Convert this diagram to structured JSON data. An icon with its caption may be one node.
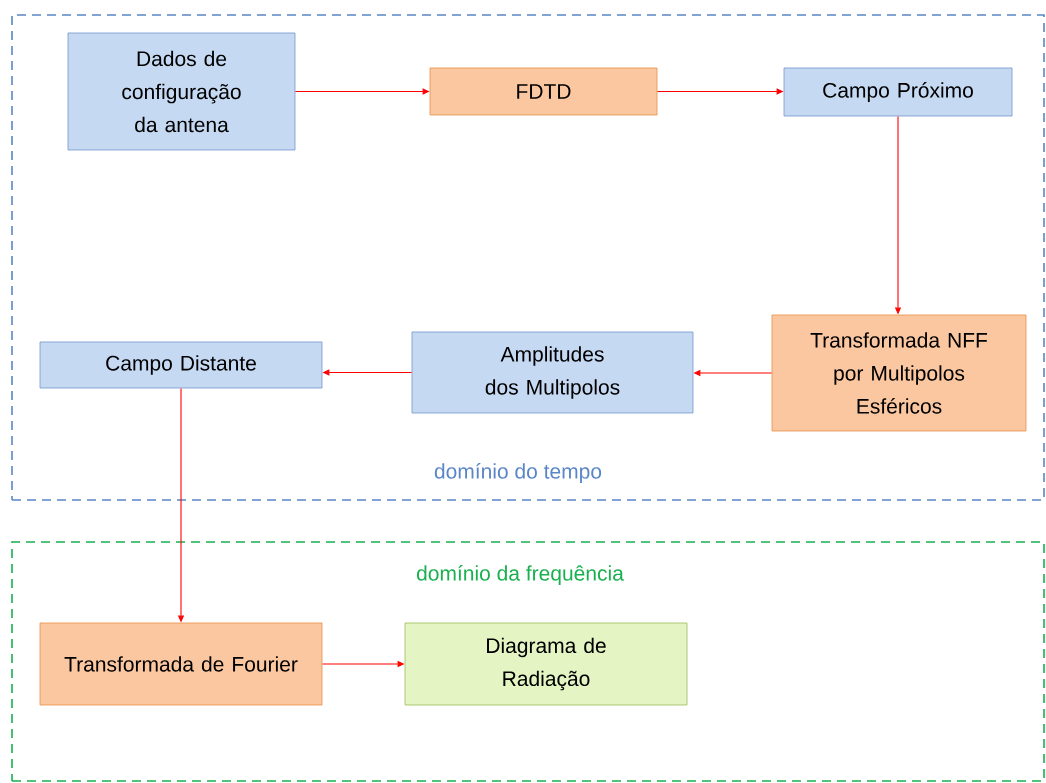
{
  "diagram": {
    "nodes": [
      {
        "text": [
          "domínio do tempo"
        ]
      },
      {
        "text": [
          "Dados de configuração da antena"
        ],
        "in": 0
      },
      {
        "text": [
          "FDTD"
        ],
        "in": 0
      },
      {
        "text": [
          "Campo Próximo"
        ],
        "in": 0
      },
      {
        "text": [
          "Transformada NFF por Multipolos Esféricos"
        ],
        "in": 0
      },
      {
        "text": [
          "Amplitudes dos Multipolos"
        ],
        "in": 0
      },
      {
        "text": [
          "Campo Distante"
        ],
        "in": 0
      },
      {
        "text": [
          "domínio da frequência"
        ]
      },
      {
        "text": [
          "Transformada de Fourier"
        ],
        "in": 7
      },
      {
        "text": [
          "Diagrama de Radiação"
        ],
        "in": 7
      }
    ],
    "edges": [
      {
        "from": 1,
        "to": 2,
        "arrow": "to"
      },
      {
        "from": 2,
        "to": 3,
        "arrow": "to"
      },
      {
        "from": 3,
        "to": 4,
        "arrow": "to"
      },
      {
        "from": 4,
        "to": 5,
        "arrow": "to"
      },
      {
        "from": 5,
        "to": 6,
        "arrow": "to"
      },
      {
        "from": 6,
        "to": 8,
        "arrow": "to"
      },
      {
        "from": 8,
        "to": 9,
        "arrow": "to"
      }
    ]
  }
}
